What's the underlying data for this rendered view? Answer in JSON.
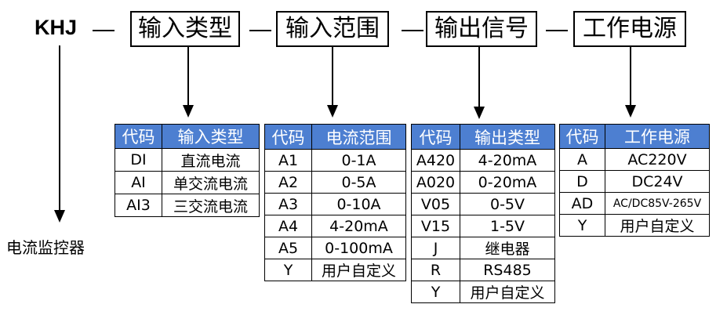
{
  "model_prefix": "KHJ",
  "product_name": "电流监控器",
  "fields": [
    "输入类型",
    "输入范围",
    "输出信号",
    "工作电源"
  ],
  "tables": [
    {
      "headers": [
        "代码",
        "输入类型"
      ],
      "rows": [
        [
          "DI",
          "直流电流"
        ],
        [
          "AI",
          "单交流电流"
        ],
        [
          "AI3",
          "三交流电流"
        ]
      ]
    },
    {
      "headers": [
        "代码",
        "电流范围"
      ],
      "rows": [
        [
          "A1",
          "0-1A"
        ],
        [
          "A2",
          "0-5A"
        ],
        [
          "A3",
          "0-10A"
        ],
        [
          "A4",
          "4-20mA"
        ],
        [
          "A5",
          "0-100mA"
        ],
        [
          "Y",
          "用户自定义"
        ]
      ]
    },
    {
      "headers": [
        "代码",
        "输出类型"
      ],
      "rows": [
        [
          "A420",
          "4-20mA"
        ],
        [
          "A020",
          "0-20mA"
        ],
        [
          "V05",
          "0-5V"
        ],
        [
          "V15",
          "1-5V"
        ],
        [
          "J",
          "继电器"
        ],
        [
          "R",
          "RS485"
        ],
        [
          "Y",
          "用户自定义"
        ]
      ]
    },
    {
      "headers": [
        "代码",
        "工作电源"
      ],
      "rows": [
        [
          "A",
          "AC220V"
        ],
        [
          "D",
          "DC24V"
        ],
        [
          "AD",
          "AC/DC85V-265V"
        ],
        [
          "Y",
          "用户自定义"
        ]
      ]
    }
  ]
}
